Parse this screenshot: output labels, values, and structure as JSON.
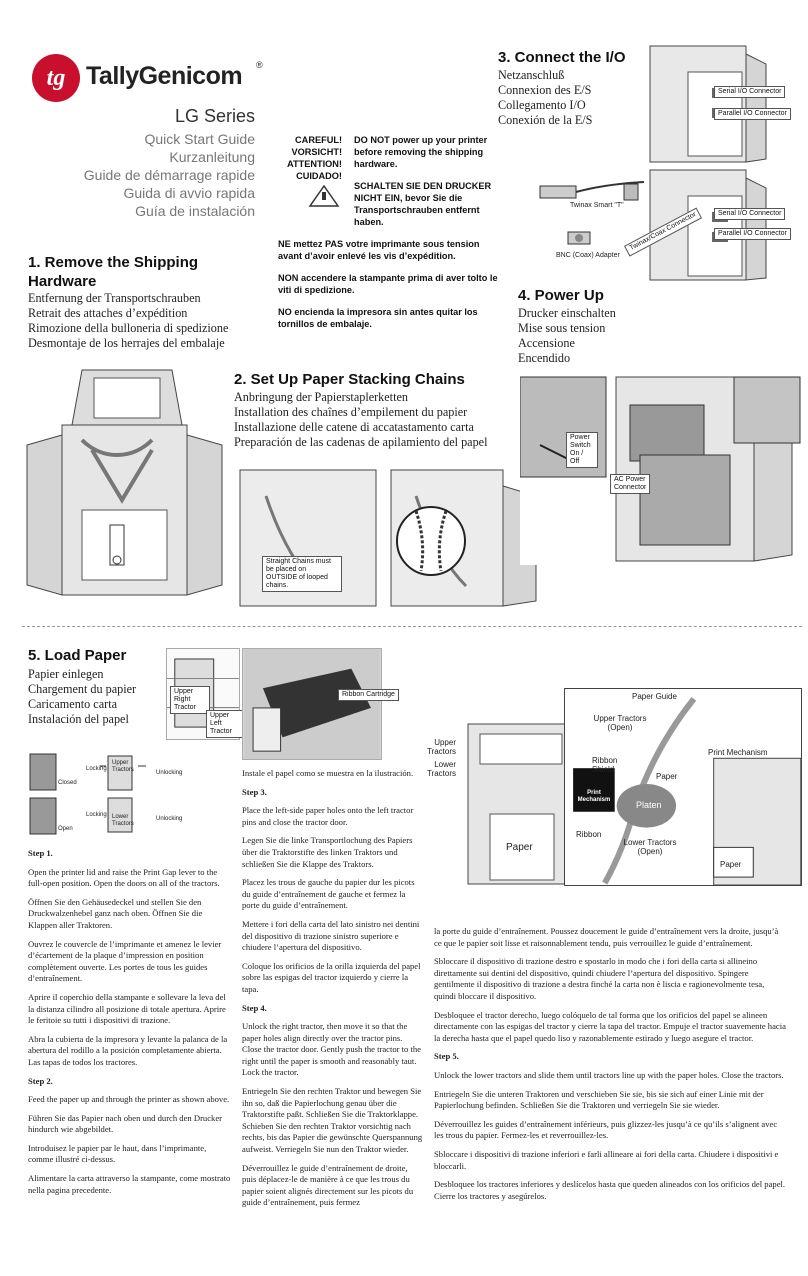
{
  "brand": {
    "name": "TallyGenicom",
    "mark": "tg",
    "registered": "®",
    "color": "#c8102e"
  },
  "cover": {
    "series": "LG Series",
    "titles": [
      "Quick Start Guide",
      "Kurzanleitung",
      "Guide de démarrage rapide",
      "Guida di avvio rapida",
      "Guía de instalación"
    ]
  },
  "warning": {
    "labels": [
      "CAREFUL!",
      "VORSICHT!",
      "ATTENTION!",
      "CUIDADO!"
    ],
    "paragraphs": [
      "DO NOT power up your printer before removing the shipping hardware.",
      "SCHALTEN SIE DEN DRUCKER NICHT EIN, bevor Sie die Transportschrauben entfernt haben.",
      "NE mettez PAS votre imprimante sous tension avant d’avoir enlevé les vis d’expédition.",
      "NON accendere la stampante prima di aver tolto le viti di spedizione.",
      "NO encienda la impresora sin antes quitar los tornillos de embalaje."
    ]
  },
  "section1": {
    "title": "1. Remove the Shipping Hardware",
    "lines": [
      "Entfernung der Transportschrauben",
      "Retrait des attaches d’expédition",
      "Rimozione della bulloneria di spedizione",
      "Desmontaje de los herrajes del embalaje"
    ]
  },
  "section2": {
    "title": "2. Set Up Paper Stacking Chains",
    "lines": [
      "Anbringung der Papierstaplerketten",
      "Installation des chaînes d’empilement du papier",
      "Installazione delle catene di accatastamento carta",
      "Preparación de las cadenas de apilamiento del papel"
    ],
    "callout": "Straight Chains must be placed on OUTSIDE of looped chains."
  },
  "section3": {
    "title": "3. Connect the I/O",
    "lines": [
      "Netzanschluß",
      "Connexion des E/S",
      "Collegamento I/O",
      "Conexión de la E/S"
    ],
    "labels": {
      "serial": "Serial I/O Connector",
      "parallel": "Parallel I/O Connector",
      "twinax": "Twinax Smart \"T\"",
      "bnc": "BNC (Coax) Adapter",
      "twinax_coax": "Twinax/Coax Connector"
    }
  },
  "section4": {
    "title": "4. Power Up",
    "lines": [
      "Drucker einschalten",
      "Mise sous tension",
      "Accensione",
      "Encendido"
    ],
    "labels": {
      "switch": "Power Switch On / Off",
      "connector": "AC Power Connector"
    }
  },
  "section5": {
    "title": "5. Load Paper",
    "lines": [
      "Papier einlegen",
      "Chargement du papier",
      "Caricamento carta",
      "Instalación del papel"
    ],
    "labels": {
      "upper_right": "Upper Right Tractor",
      "upper_left": "Upper Left Tractor",
      "ribbon_cartridge": "Ribbon Cartridge",
      "closed": "Closed",
      "open": "Open",
      "locking": "Locking",
      "unlocking": "Unlocking",
      "upper_tractors": "Upper Tractors",
      "lower_tractors": "Lower Tractors",
      "paper": "Paper",
      "paper_guide": "Paper Guide",
      "upper_tractors_open": "Upper Tractors (Open)",
      "ribbon_shield": "Ribbon Shield",
      "print_mechanism": "Print Mechanism",
      "platen": "Platen",
      "ribbon": "Ribbon",
      "lower_tractors_open": "Lower Tractors (Open)"
    }
  },
  "col1": [
    {
      "t": "Step 1.",
      "step": true
    },
    {
      "t": "Open the printer lid and raise the Print Gap lever to the full-open position. Open the doors on all of the tractors."
    },
    {
      "t": "Öffnen Sie den Gehäusedeckel und stellen Sie den Druckwalzenhebel ganz nach oben. Öffnen Sie die Klappen aller Traktoren."
    },
    {
      "t": "Ouvrez le couvercle de l’imprimante et amenez le levier d’écartement de la plaque d’impression en position complètement ouverte. Les portes de tous les guides d’entraînement."
    },
    {
      "t": "Aprire il coperchio della stampante e sollevare la leva del la distanza cilindro all posizione di totale apertura. Aprire le feritoie su tutti i dispositivi di trazione."
    },
    {
      "t": "Abra la cubierta de la impresora y levante la palanca de la abertura del rodillo a la posición completamente abierta. Las tapas de todos los tractores."
    },
    {
      "t": "Step 2.",
      "step": true
    },
    {
      "t": "Feed the paper up and through the printer as shown above."
    },
    {
      "t": "Führen Sie das Papier nach oben und durch den Drucker hindurch wie abgebildet."
    },
    {
      "t": "Introduisez le papier par le haut, dans l’imprimante, comme illustré ci-dessus."
    },
    {
      "t": "Alimentare la carta attraverso la stampante, come mostrato nella pagina precedente."
    }
  ],
  "col2": [
    {
      "t": "Instale el papel como se muestra en la ilustración."
    },
    {
      "t": "Step 3.",
      "step": true
    },
    {
      "t": "Place the left-side paper holes onto the left tractor pins and close the tractor door."
    },
    {
      "t": "Legen Sie die linke Transportlochung des Papiers über die Traktorstifte des linken Traktors und schließen Sie die Klappe des Traktors."
    },
    {
      "t": "Placez les trous de gauche du papier dur les picots du guide d’entraînement de gauche et fermez la porte du guide d’entraînement."
    },
    {
      "t": "Mettere i fori della carta del lato sinistro nei dentini del dispositivo di trazione sinistro superiore e chiudere l’apertura del dispositivo."
    },
    {
      "t": "Coloque los orificios de la orilla izquierda del papel sobre las espigas del tractor izquierdo y cierre la tapa."
    },
    {
      "t": "Step 4.",
      "step": true
    },
    {
      "t": "Unlock the right tractor, then move it so that the paper holes align directly over the tractor pins. Close the tractor door. Gently push the tractor to the right until the paper is smooth and reasonably taut. Lock the tractor."
    },
    {
      "t": "Entriegeln Sie den rechten Traktor und bewegen Sie ihn so, daß die Papierlochung genau über die Traktorstifte paßt. Schließen Sie die Traktorklappe. Schieben Sie den rechten Traktor vorsichtig nach rechts, bis das Papier die gewünschte Querspannung aufweist. Verriegeln Sie nun den Traktor wieder."
    },
    {
      "t": "Déverrouillez le guide d’entraînement de droite, puis déplacez-le de manière à ce que les trous du papier soient alignés directement sur les picots du guide d’entraînement, puis fermez"
    }
  ],
  "col3": [
    {
      "t": "la porte du guide d’entraînement. Poussez doucement le guide d’entraînement vers la droite, jusqu’à ce que le papier soit lisse et raisonnablement tendu, puis verrouillez le guide d’entraînement."
    },
    {
      "t": "Sbloccare il dispositivo di trazione destro e spostarlo in modo che i fori della carta si allineino direttamente sui dentini del dispositivo, quindi chiudere l’apertura del dispositivo. Spingere gentilmente il dispositivo di trazione a destra finché la carta non è liscia e ragionevolmente tesa, quindi bloccare il dispositivo."
    },
    {
      "t": "Desbloquee el tractor derecho, luego colóquelo de tal forma que los orificios del papel se alineen directamente con las espigas del tractor y cierre la tapa del tractor. Empuje el tractor suavemente hacia la derecha hasta que el papel quedo liso y razonablemente estirado y luego asegure el tractor."
    },
    {
      "t": "Step 5.",
      "step": true
    },
    {
      "t": "Unlock the lower tractors and slide them until tractors line up with the paper holes. Close the tractors."
    },
    {
      "t": "Entriegeln Sie die unteren Traktoren und verschieben Sie sie, bis sie sich auf einer Linie mit der Papierlochung befinden. Schließen Sie die Traktoren und verriegeln Sie sie wieder."
    },
    {
      "t": "Déverrouillez les guides d’entraînement inférieurs, puis glizzez-les jusqu’à ce qu’ils s’alignent avec les trous du papier. Fermez-les et reverrouillez-les."
    },
    {
      "t": "Sbloccare i dispositivi di trazione inferiori e farli allineare ai fori della carta. Chiudere i dispositivi e bloccarli."
    },
    {
      "t": "Desbloquee los tractores inferiores y deslícelos hasta que queden alineados con los orificios del papel. Cierre los tractores y asegúrelos."
    }
  ]
}
